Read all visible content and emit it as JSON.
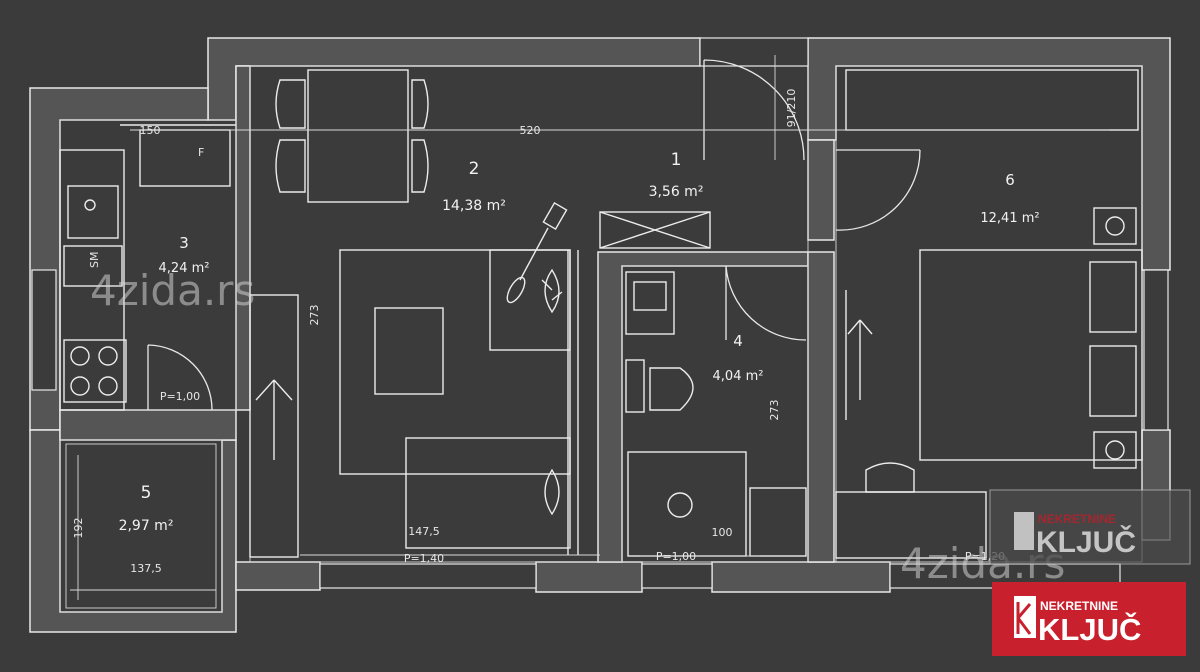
{
  "rooms": [
    {
      "number": "1",
      "area": "3,56 m²"
    },
    {
      "number": "2",
      "area": "14,38 m²"
    },
    {
      "number": "3",
      "area": "4,24 m²"
    },
    {
      "number": "4",
      "area": "4,04 m²"
    },
    {
      "number": "5",
      "area": "2,97 m²"
    },
    {
      "number": "6",
      "area": "12,41 m²"
    }
  ],
  "dimensions": {
    "kitchen_top": "150",
    "corridor_top": "520",
    "door_height": "91/210",
    "left_wall": "192",
    "balcony_width": "137,5",
    "living_bottom": "147,5",
    "bath_bottom": "100",
    "window_living": "P=1,40",
    "window_bath": "P=1,00",
    "window_bedroom": "P=1,20",
    "bath_height": "273",
    "living_height": "273",
    "kitchen_door": "P=1,00"
  },
  "appliances": {
    "fridge_label": "F",
    "washer_label": "SM"
  },
  "watermarks": {
    "site": "4zida.rs",
    "agency_top": "NEKRETNINE",
    "agency_name": "KLJUČ"
  },
  "colors": {
    "background": "#3b3b3b",
    "wall_fill": "#555555",
    "line": "#e8e8e8",
    "logo_red": "#c8202c"
  }
}
